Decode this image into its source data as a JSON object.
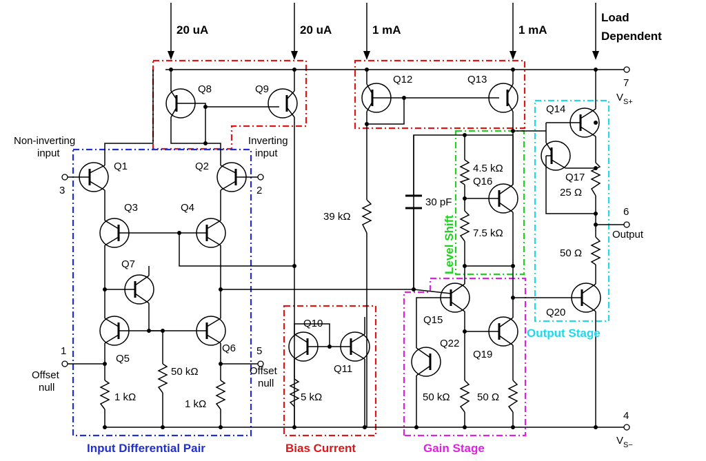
{
  "currents": {
    "c1": "20 uA",
    "c2": "20 uA",
    "c3": "1 mA",
    "c4": "1 mA",
    "load1": "Load",
    "load2": "Dependent"
  },
  "transistors": {
    "q1": "Q1",
    "q2": "Q2",
    "q3": "Q3",
    "q4": "Q4",
    "q5": "Q5",
    "q6": "Q6",
    "q7": "Q7",
    "q8": "Q8",
    "q9": "Q9",
    "q10": "Q10",
    "q11": "Q11",
    "q12": "Q12",
    "q13": "Q13",
    "q14": "Q14",
    "q15": "Q15",
    "q16": "Q16",
    "q17": "Q17",
    "q19": "Q19",
    "q20": "Q20",
    "q22": "Q22"
  },
  "components": {
    "r1": "1 kΩ",
    "r2": "50 kΩ",
    "r3": "1 kΩ",
    "r4": "5 kΩ",
    "r5": "39 kΩ",
    "r6": "4.5 kΩ",
    "r7": "7.5 kΩ",
    "r8": "25 Ω",
    "r9": "50 Ω",
    "r10": "50 kΩ",
    "r11": "50 Ω",
    "cap": "30 pF"
  },
  "pins": {
    "p1": "1",
    "p2": "2",
    "p3": "3",
    "p4": "4",
    "p5": "5",
    "p6": "6",
    "p7": "7",
    "noninv1": "Non-inverting",
    "noninv2": "input",
    "inv1": "Inverting",
    "inv2": "input",
    "offset1a": "Offset",
    "offset1b": "null",
    "offset5a": "Offset",
    "offset5b": "null",
    "output": "Output",
    "vs_plus": "V",
    "vs_plus_sub": "S+",
    "vs_minus": "V",
    "vs_minus_sub": "S−"
  },
  "stages": {
    "input": "Input Differential Pair",
    "bias": "Bias Current",
    "gain": "Gain Stage",
    "output": "Output Stage",
    "level": "Level Shift"
  },
  "colors": {
    "input": "#1f2fd4",
    "bias": "#e01515",
    "gain": "#e020e0",
    "output": "#22d8e8",
    "level": "#21d021",
    "current_mirror": "#e01515"
  }
}
